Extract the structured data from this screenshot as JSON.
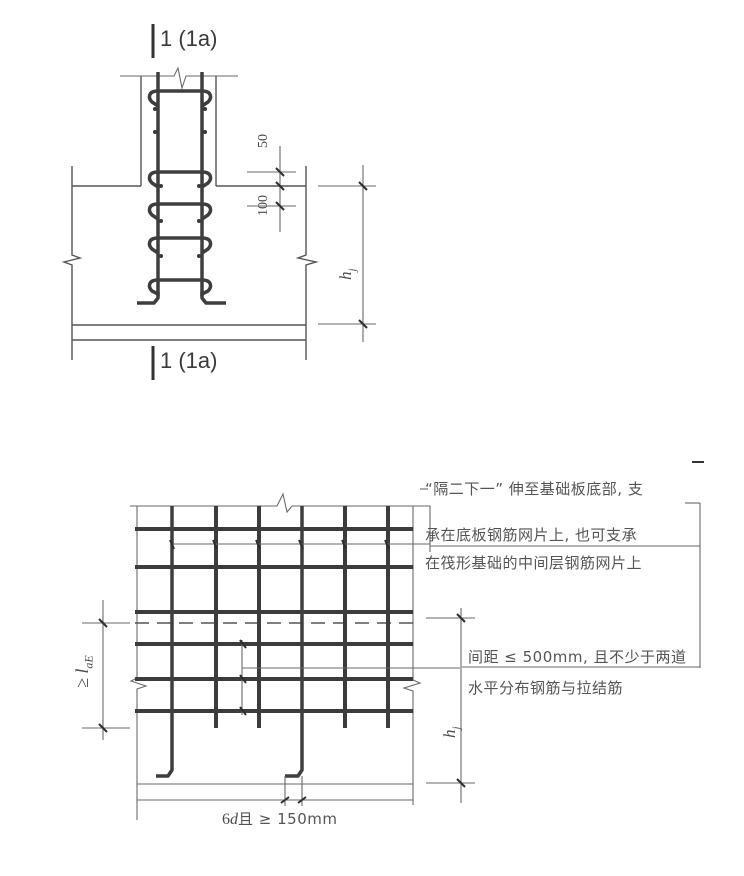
{
  "figure_top": {
    "section_mark_top": "1 (1a)",
    "section_mark_bottom": "1 (1a)",
    "dim_50": "50",
    "dim_100": "100",
    "dim_height": "h_j",
    "dim_height_main": "h",
    "dim_height_sub": "j"
  },
  "figure_bottom": {
    "note_top_line1": "“隔二下一” 伸至基础板底部, 支",
    "note_top_line2": "承在底板钢筋网片上, 也可支承",
    "note_top_line3": "在筏形基础的中间层钢筋网片上",
    "note_mid_line1": "间距 ≤ 500mm, 且不少于两道",
    "note_mid_line2": "水平分布钢筋与拉结筋",
    "dim_anchor": "≥ l",
    "dim_anchor_sub": "aE",
    "dim_height_main": "h",
    "dim_height_sub": "j",
    "dim_bottom": "6d且 ≥ 150mm",
    "dim_bottom_d": "6",
    "dim_bottom_italic": "d",
    "dim_bottom_rest": "且 ≥ 150mm"
  }
}
